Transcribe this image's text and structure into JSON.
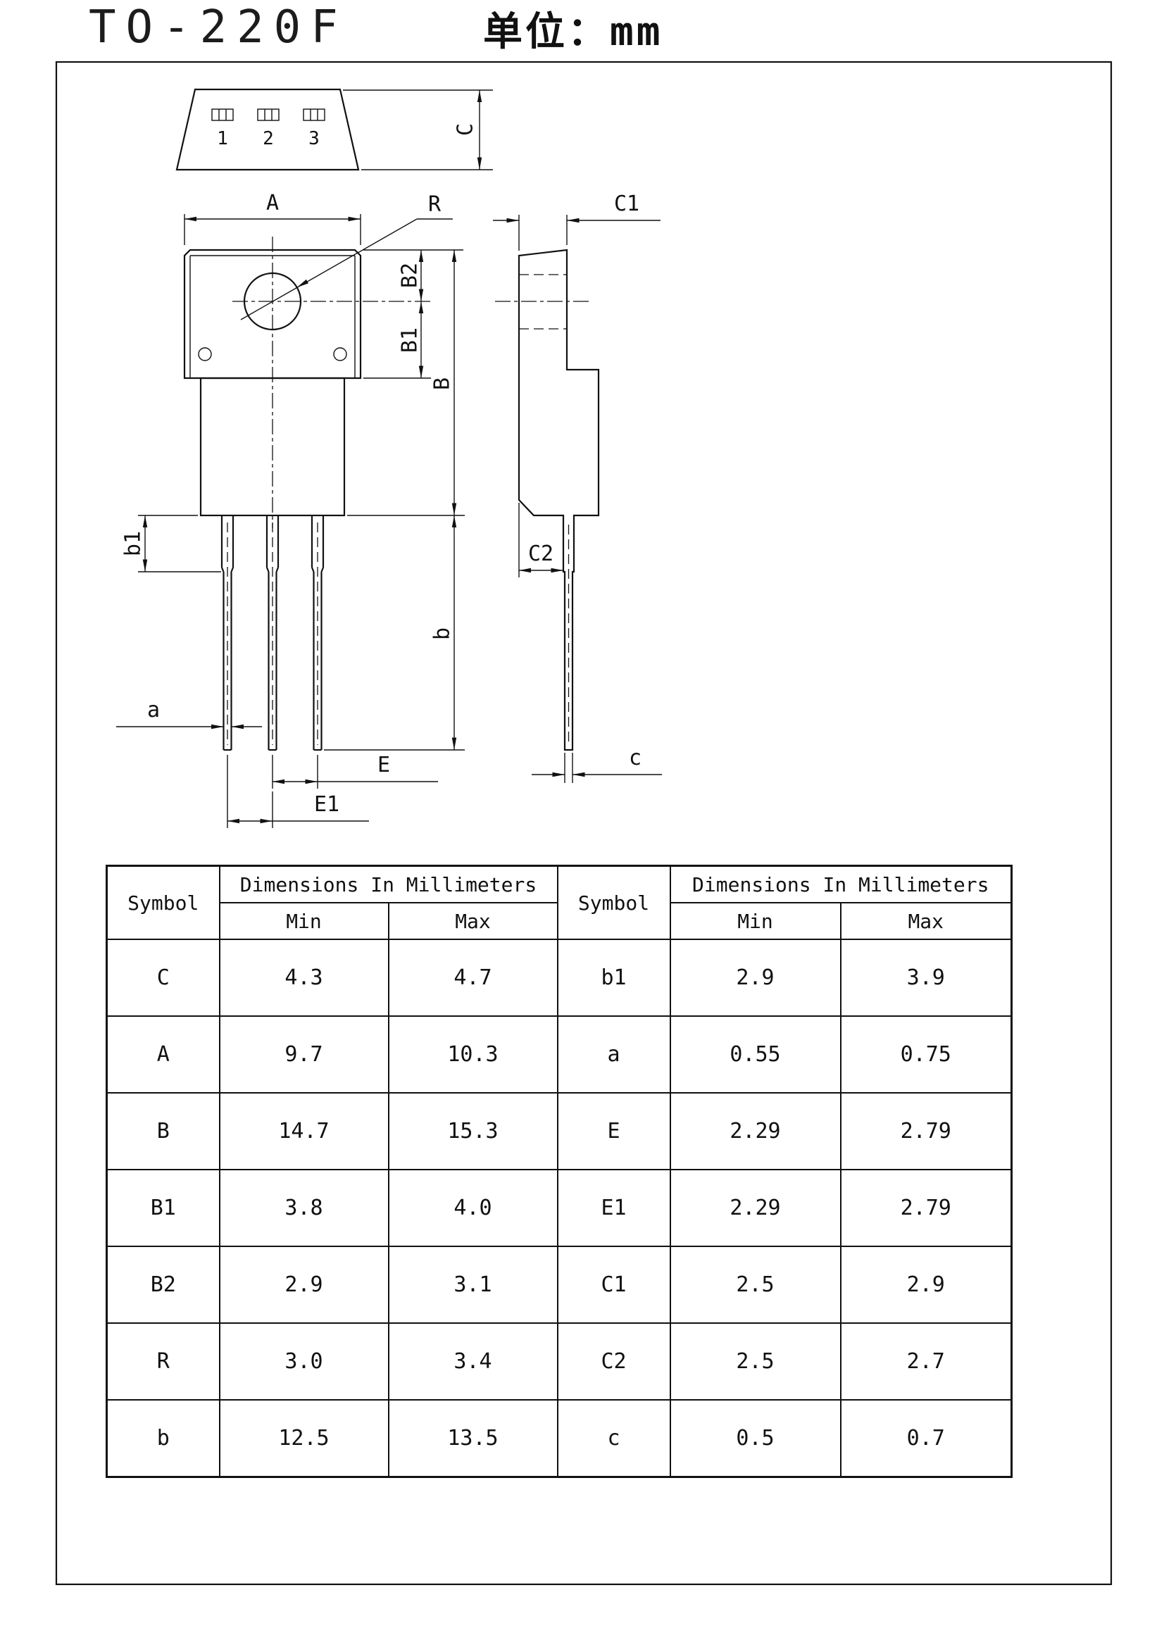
{
  "header": {
    "title": "TO-220F",
    "unit_label": "单位：mm"
  },
  "drawing": {
    "pin_labels": [
      "1",
      "2",
      "3"
    ],
    "dims": {
      "C": "C",
      "A": "A",
      "R": "R",
      "B2": "B2",
      "B1": "B1",
      "B": "B",
      "b1": "b1",
      "b": "b",
      "a": "a",
      "E": "E",
      "E1": "E1",
      "C1": "C1",
      "C2": "C2",
      "c": "c"
    }
  },
  "table": {
    "left": {
      "symbol_header": "Symbol",
      "dimensions_header": "Dimensions In Millimeters",
      "min_header": "Min",
      "max_header": "Max",
      "rows": [
        {
          "symbol": "C",
          "min": "4.3",
          "max": "4.7"
        },
        {
          "symbol": "A",
          "min": "9.7",
          "max": "10.3"
        },
        {
          "symbol": "B",
          "min": "14.7",
          "max": "15.3"
        },
        {
          "symbol": "B1",
          "min": "3.8",
          "max": "4.0"
        },
        {
          "symbol": "B2",
          "min": "2.9",
          "max": "3.1"
        },
        {
          "symbol": "R",
          "min": "3.0",
          "max": "3.4"
        },
        {
          "symbol": "b",
          "min": "12.5",
          "max": "13.5"
        }
      ]
    },
    "right": {
      "symbol_header": "Symbol",
      "dimensions_header": "Dimensions In Millimeters",
      "min_header": "Min",
      "max_header": "Max",
      "rows": [
        {
          "symbol": "b1",
          "min": "2.9",
          "max": "3.9"
        },
        {
          "symbol": "a",
          "min": "0.55",
          "max": "0.75"
        },
        {
          "symbol": "E",
          "min": "2.29",
          "max": "2.79"
        },
        {
          "symbol": "E1",
          "min": "2.29",
          "max": "2.79"
        },
        {
          "symbol": "C1",
          "min": "2.5",
          "max": "2.9"
        },
        {
          "symbol": "C2",
          "min": "2.5",
          "max": "2.7"
        },
        {
          "symbol": "c",
          "min": "0.5",
          "max": "0.7"
        }
      ]
    }
  }
}
